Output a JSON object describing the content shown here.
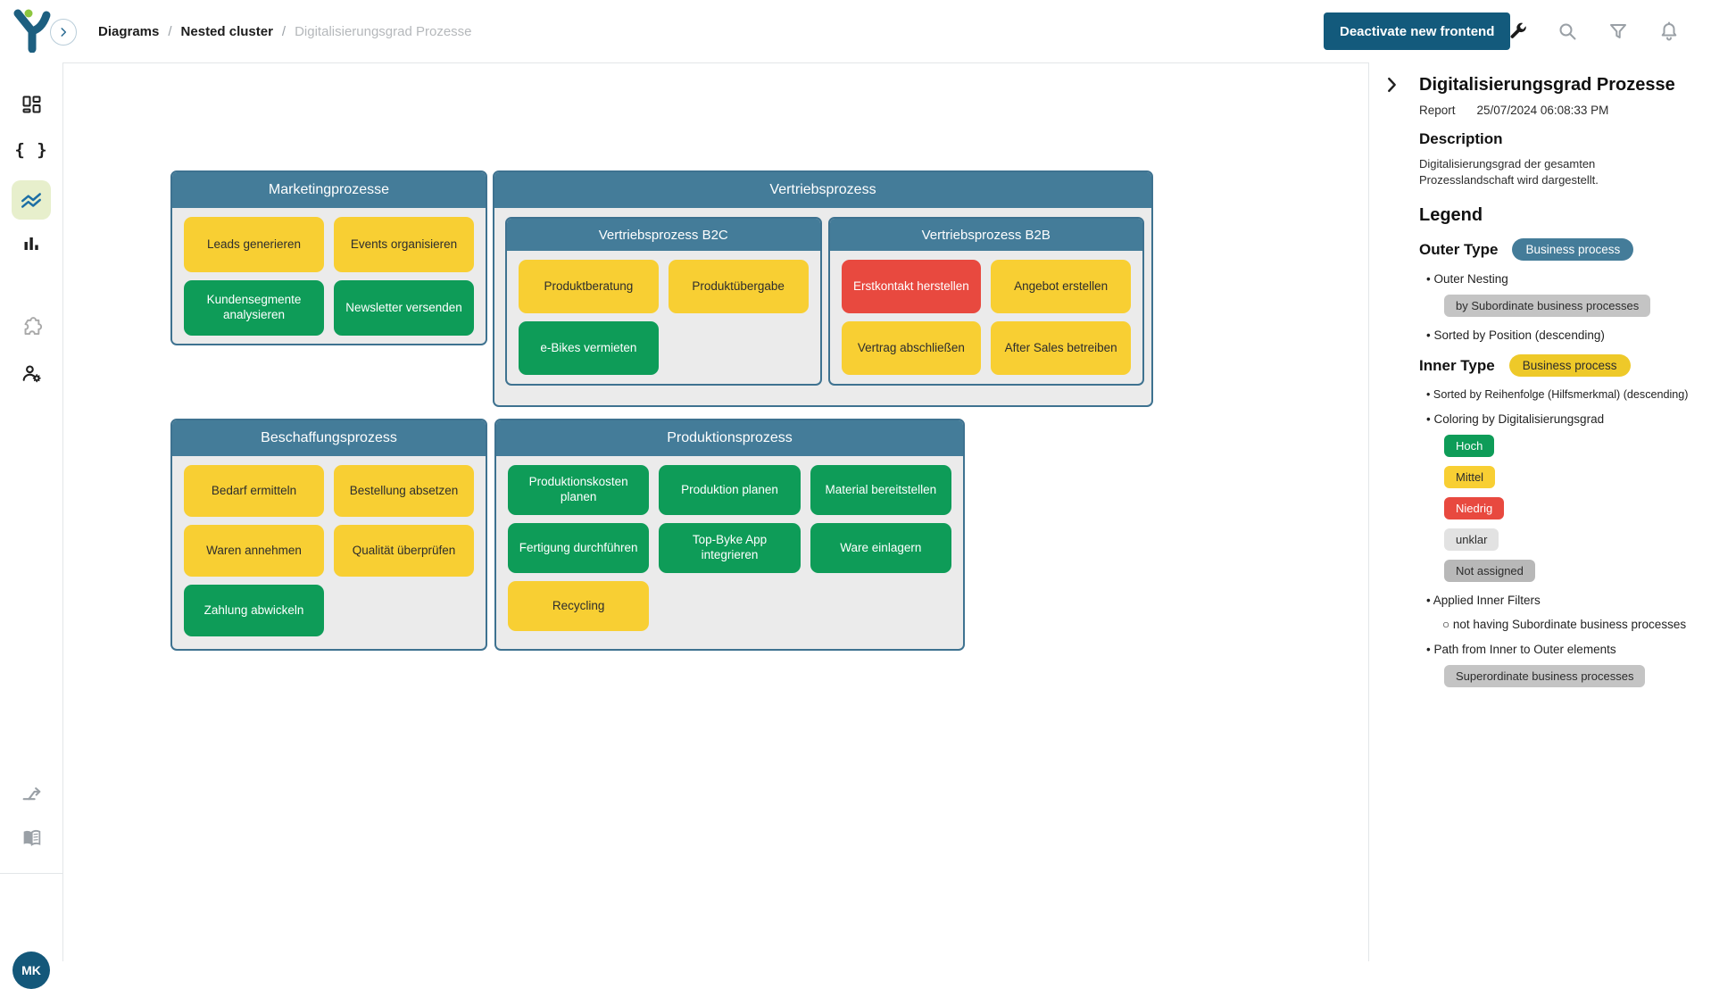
{
  "topbar": {
    "breadcrumb": [
      "Diagrams",
      "Nested cluster",
      "Digitalisierungsgrad Prozesse"
    ],
    "separator": "/",
    "deactivate_button": "Deactivate new frontend",
    "icons": [
      "wrench-icon",
      "search-icon",
      "filter-icon",
      "bell-icon"
    ]
  },
  "sidebar": {
    "items": [
      "dashboard-icon",
      "code-braces-icon",
      "diagram-trend-icon",
      "bar-chart-icon",
      "puzzle-icon",
      "user-settings-icon",
      "branch-icon",
      "book-icon"
    ],
    "active_item": "diagram-trend-icon",
    "braces_glyph": "{ }",
    "avatar_initials": "MK"
  },
  "diagram": {
    "clusters": [
      {
        "title": "Marketingprozesse",
        "boxes": [
          {
            "label": "Leads generieren",
            "level": "Mittel"
          },
          {
            "label": "Events organisieren",
            "level": "Mittel"
          },
          {
            "label": "Kundensegmente analysieren",
            "level": "Hoch"
          },
          {
            "label": "Newsletter versenden",
            "level": "Hoch"
          }
        ]
      },
      {
        "title": "Vertriebsprozess",
        "subclusters": [
          {
            "title": "Vertriebsprozess B2C",
            "boxes": [
              {
                "label": "Produktberatung",
                "level": "Mittel"
              },
              {
                "label": "Produktübergabe",
                "level": "Mittel"
              },
              {
                "label": "e-Bikes vermieten",
                "level": "Hoch"
              }
            ]
          },
          {
            "title": "Vertriebsprozess B2B",
            "boxes": [
              {
                "label": "Erstkontakt herstellen",
                "level": "Niedrig"
              },
              {
                "label": "Angebot erstellen",
                "level": "Mittel"
              },
              {
                "label": "Vertrag abschließen",
                "level": "Mittel"
              },
              {
                "label": "After Sales betreiben",
                "level": "Mittel"
              }
            ]
          }
        ]
      },
      {
        "title": "Beschaffungsprozess",
        "boxes": [
          {
            "label": "Bedarf ermitteln",
            "level": "Mittel"
          },
          {
            "label": "Bestellung absetzen",
            "level": "Mittel"
          },
          {
            "label": "Waren annehmen",
            "level": "Mittel"
          },
          {
            "label": "Qualität überprüfen",
            "level": "Mittel"
          },
          {
            "label": "Zahlung abwickeln",
            "level": "Hoch"
          }
        ]
      },
      {
        "title": "Produktionsprozess",
        "boxes": [
          {
            "label": "Produktionskosten planen",
            "level": "Hoch"
          },
          {
            "label": "Produktion planen",
            "level": "Hoch"
          },
          {
            "label": "Material bereitstellen",
            "level": "Hoch"
          },
          {
            "label": "Fertigung durchführen",
            "level": "Hoch"
          },
          {
            "label": "Top-Byke App integrieren",
            "level": "Hoch"
          },
          {
            "label": "Ware einlagern",
            "level": "Hoch"
          },
          {
            "label": "Recycling",
            "level": "Mittel"
          }
        ]
      }
    ]
  },
  "panel": {
    "title": "Digitalisierungsgrad Prozesse",
    "report_label": "Report",
    "report_date": "25/07/2024 06:08:33 PM",
    "description_heading": "Description",
    "description_text": "Digitalisierungsgrad der gesamten Prozesslandschaft wird dargestellt.",
    "legend_heading": "Legend",
    "outer_type_label": "Outer Type",
    "outer_type_value": "Business process",
    "outer_nesting_bullet": "Outer Nesting",
    "outer_nesting_value": "by Subordinate business processes",
    "outer_sorted_bullet": "Sorted by Position (descending)",
    "inner_type_label": "Inner Type",
    "inner_type_value": "Business process",
    "inner_sorted_bullet": "Sorted by Reihenfolge (Hilfsmerkmal) (descending)",
    "coloring_bullet": "Coloring by Digitalisierungsgrad",
    "coloring_values": [
      {
        "label": "Hoch",
        "color": "#0e9c58"
      },
      {
        "label": "Mittel",
        "color": "#f8cf33"
      },
      {
        "label": "Niedrig",
        "color": "#e8493f"
      },
      {
        "label": "unklar",
        "color": "#e2e2e2"
      },
      {
        "label": "Not assigned",
        "color": "#b8b8b8"
      }
    ],
    "applied_filters_bullet": "Applied Inner Filters",
    "applied_filters_sub": "not having Subordinate business processes",
    "path_bullet": "Path from Inner to Outer elements",
    "path_value": "Superordinate business processes"
  },
  "colors": {
    "accent_teal": "#135a7c",
    "cluster_header": "#447c99",
    "hoch": "#0e9c58",
    "mittel": "#f8cf33",
    "niedrig": "#e8493f",
    "unklar": "#e2e2e2",
    "not_assigned": "#b8b8b8",
    "active_nav_bg": "#e7efcc"
  }
}
